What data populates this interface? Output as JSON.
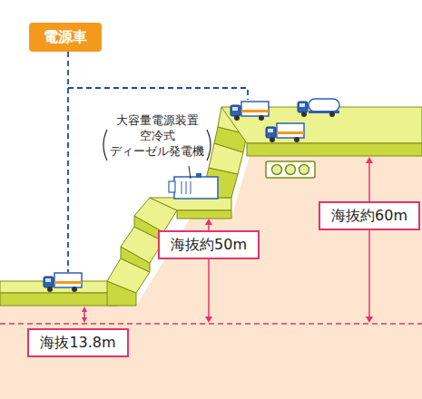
{
  "diagram": {
    "nodes": [
      {
        "text": [
          "電源車"
        ]
      },
      {
        "text": [
          "海抜約60m"
        ]
      },
      {
        "text": [
          "海抜約50m"
        ]
      },
      {
        "text": [
          "海抜13.8m"
        ]
      }
    ],
    "labels": [
      "大容量電源装置 空冷式 ディーゼル発電機"
    ]
  }
}
